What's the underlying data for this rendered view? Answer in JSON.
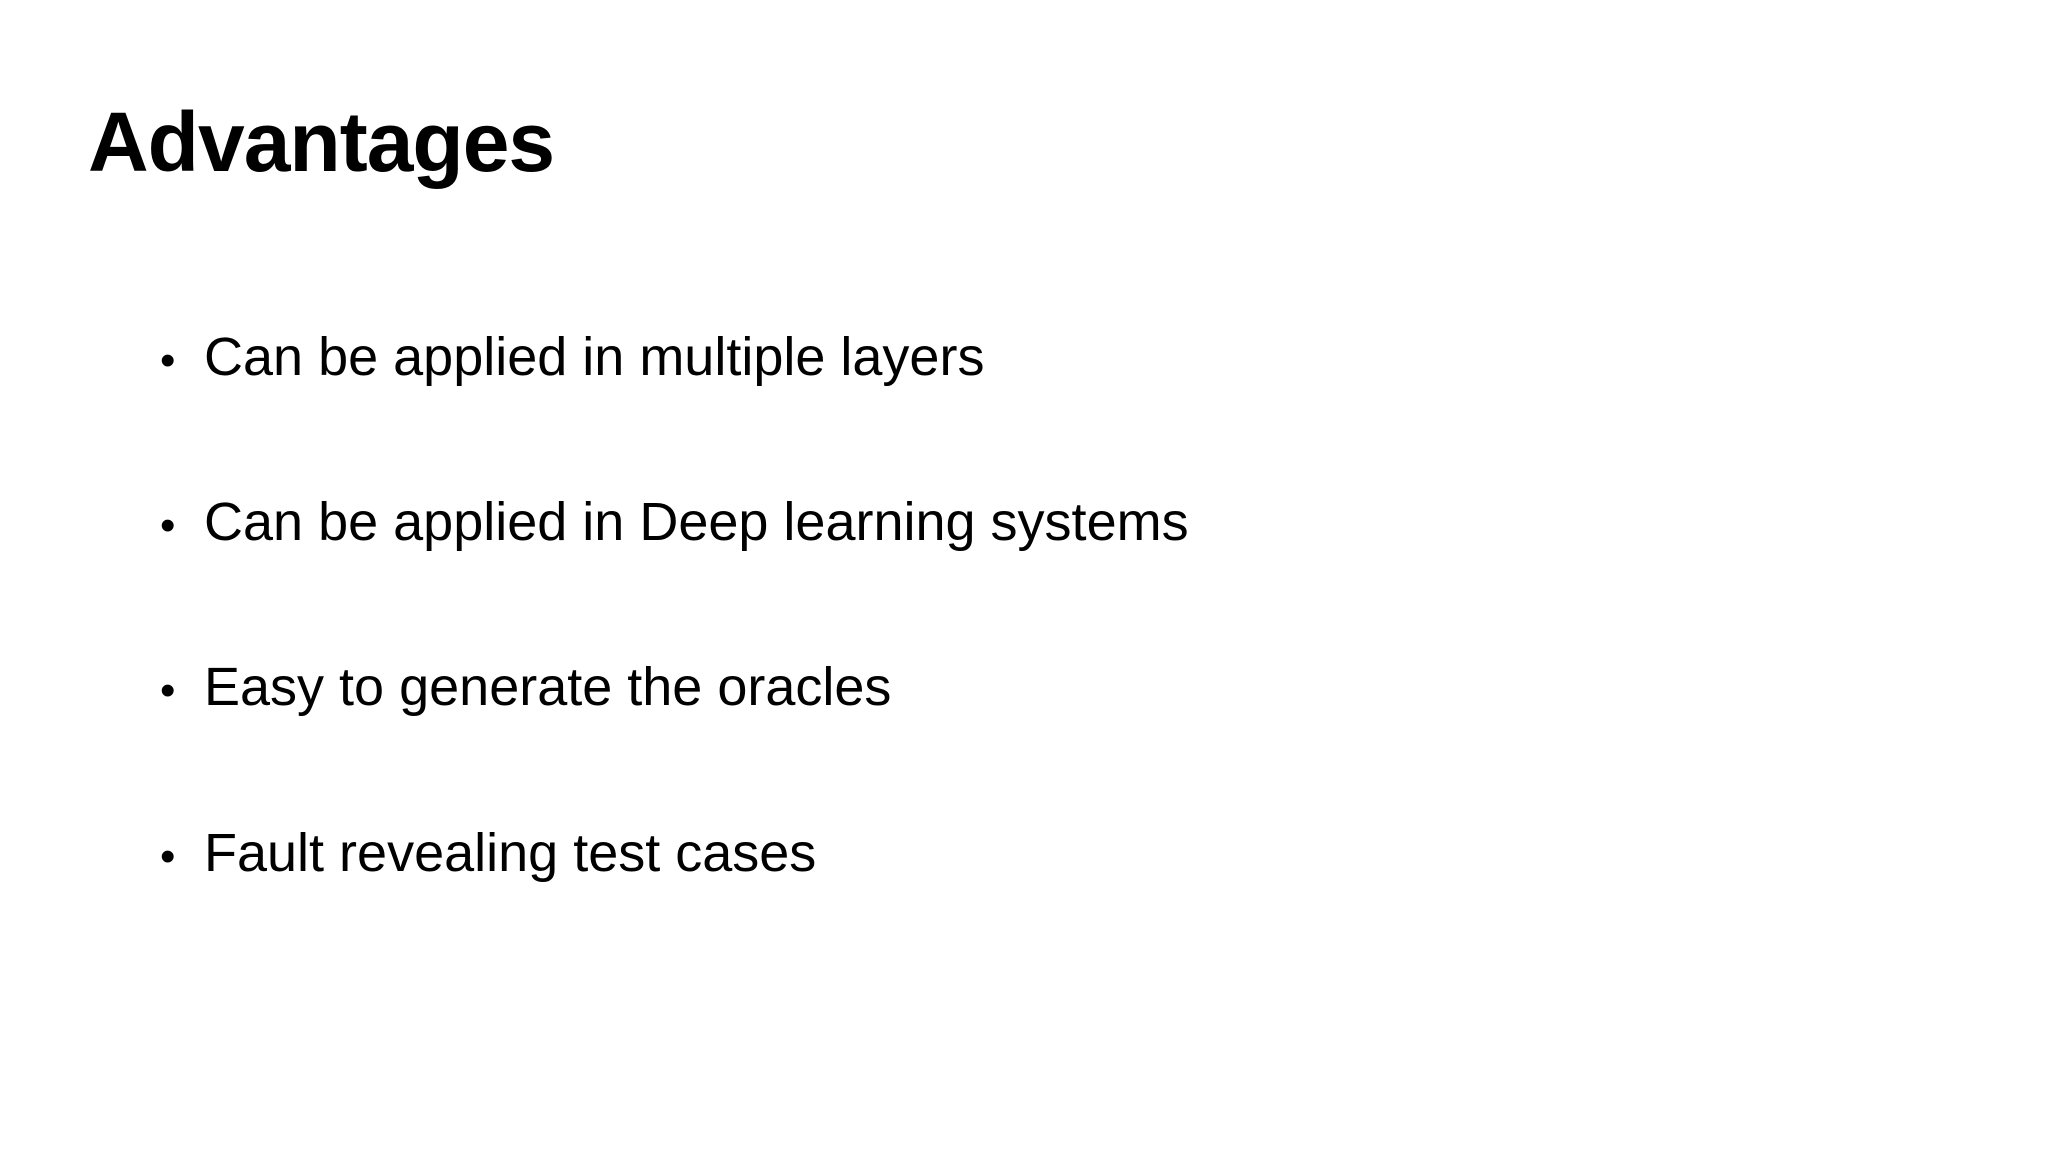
{
  "slide": {
    "title": "Advantages",
    "bullet_char": "•",
    "bullets": [
      "Can be applied in multiple layers",
      "Can be applied in Deep learning systems",
      "Easy to generate the oracles",
      "Fault revealing test cases"
    ]
  },
  "colors": {
    "background": "#ffffff",
    "text": "#000000"
  }
}
